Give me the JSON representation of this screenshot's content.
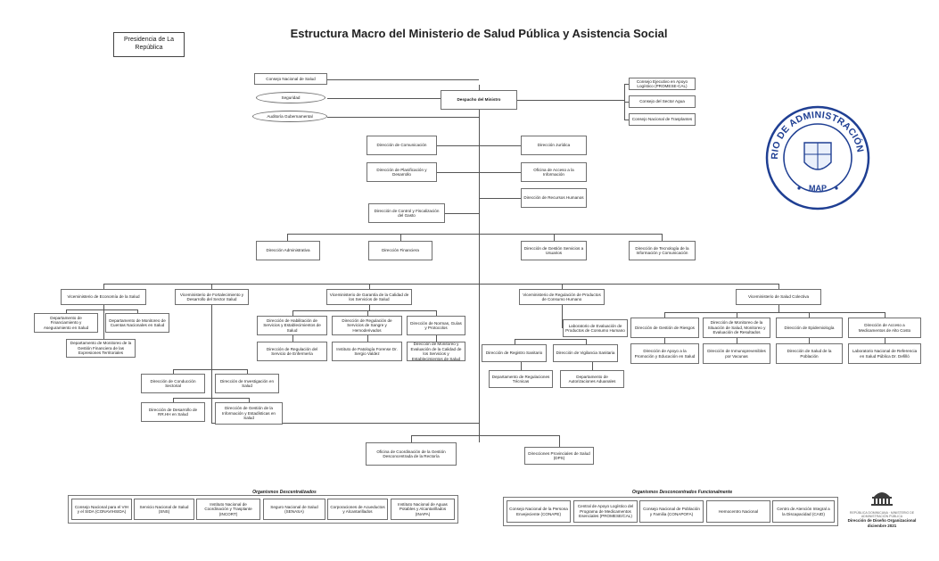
{
  "title": "Estructura Macro del Ministerio de Salud Pública y Asistencia Social",
  "presidencia": "Presidencia de La República",
  "boxes": [
    {
      "id": "consejo",
      "text": "Consejo Nacional de Salud"
    },
    {
      "id": "seguridad",
      "text": "Seguridad"
    },
    {
      "id": "auditoria",
      "text": "Auditoría Gubernamental"
    },
    {
      "id": "despacho",
      "text": "Despacho del Ministro"
    },
    {
      "id": "consejos_apoyo",
      "text": "Consejo Ejecutivo en Apoyo Logístico (PROMESE-CAL)"
    },
    {
      "id": "consejo_agua",
      "text": "Consejo del Sector Agua"
    },
    {
      "id": "consejo_trasplantes",
      "text": "Consejo Nacional de Trasplantes"
    },
    {
      "id": "comunicacion",
      "text": "Dirección de Comunicación"
    },
    {
      "id": "planificacion",
      "text": "Dirección de Planificación y Desarrollo"
    },
    {
      "id": "juridica",
      "text": "Dirección Jurídica"
    },
    {
      "id": "acceso_info",
      "text": "Oficina de Acceso a la Información"
    },
    {
      "id": "rrhh",
      "text": "Dirección de Recursos Humanos"
    },
    {
      "id": "control_gasto",
      "text": "Dirección de Control y Fiscalización del Gasto"
    },
    {
      "id": "administrativa",
      "text": "Dirección Administrativa"
    },
    {
      "id": "financiera",
      "text": "Dirección Financiera"
    },
    {
      "id": "gestion_usuarios",
      "text": "Dirección de Gestión Servicios a Usuarios"
    },
    {
      "id": "tecnologia",
      "text": "Dirección de Tecnología de la Información y Comunicación"
    },
    {
      "id": "vm_economia",
      "text": "Viceministerio de Economía de la Salud"
    },
    {
      "id": "dep_financiamiento",
      "text": "Departamento de Financiamiento y Aseguramiento en Salud"
    },
    {
      "id": "dep_monitoreo",
      "text": "Departamento de Monitoreo de Cuentas Nacionales en Salud"
    },
    {
      "id": "dep_monitoreo_gestion",
      "text": "Departamento de Monitoreo de la Gestión Financiera de las Expresiones Territoriales"
    },
    {
      "id": "vm_fortalecimiento",
      "text": "Viceministerio de Fortalecimiento y Desarrollo del Sector Salud"
    },
    {
      "id": "conduccion",
      "text": "Dirección de Conducción Sectorial"
    },
    {
      "id": "investigacion",
      "text": "Dirección de Investigación en Salud"
    },
    {
      "id": "desarrollo_rrhh",
      "text": "Dirección de Desarrollo de RR.HH en Salud"
    },
    {
      "id": "gestion_info",
      "text": "Dirección de Gestión de la Información y Estadísticas en Salud"
    },
    {
      "id": "vm_garantia",
      "text": "Viceministerio de Garantía de la Calidad de los Servicios de Salud"
    },
    {
      "id": "habilitacion",
      "text": "Dirección de Habilitación de Servicios y Establecimientos de Salud"
    },
    {
      "id": "reg_sangre",
      "text": "Dirección de Regulación de Servicios de Sangre y Hemoderivados"
    },
    {
      "id": "normas",
      "text": "Dirección de Normas, Guías y Protocolos"
    },
    {
      "id": "reg_enfermeria",
      "text": "Dirección de Regulación del Servicio de Enfermería"
    },
    {
      "id": "patologia",
      "text": "Instituto de Patología Forense Dr. Sergio Valdez"
    },
    {
      "id": "monitoreo_calidad",
      "text": "Dirección de Monitoreo y Evaluación de la Calidad de los Servicios y Establecimientos de Salud"
    },
    {
      "id": "vm_regulacion",
      "text": "Viceministerio de Regulación de Productos de Consumo Humano"
    },
    {
      "id": "laboratorio_eval",
      "text": "Laboratorio de Evaluación de Productos de Consumo Humano"
    },
    {
      "id": "registro_sanitario",
      "text": "Dirección de Registro Sanitario"
    },
    {
      "id": "vigilancia_sanitaria",
      "text": "Dirección de Vigilancia Sanitaria"
    },
    {
      "id": "dep_regulaciones",
      "text": "Departamento de Regulaciones Técnicas"
    },
    {
      "id": "dep_autorizaciones",
      "text": "Departamento de Autorizaciones Aduanales"
    },
    {
      "id": "vm_colectiva",
      "text": "Viceministerio de Salud Colectiva"
    },
    {
      "id": "gestion_riesgos",
      "text": "Dirección de Gestión de Riesgos"
    },
    {
      "id": "monitoreo_salud",
      "text": "Dirección de Monitoreo de la Situación de Salud, Monitoreo y Evaluación de Resultados"
    },
    {
      "id": "epidemiologia",
      "text": "Dirección de Epidemiología"
    },
    {
      "id": "acceso_medicamentos",
      "text": "Dirección de Acceso a Medicamentos de Alto Costo"
    },
    {
      "id": "promocion",
      "text": "Dirección de Apoyo a la Promoción y Educación en Salud"
    },
    {
      "id": "inmunoprevenibles",
      "text": "Dirección de Inmunoprevenibles por Vacunas"
    },
    {
      "id": "salud_poblacion",
      "text": "Dirección de Salud de la Población"
    },
    {
      "id": "laboratorio_ref",
      "text": "Laboratorio Nacional de Referencia en Salud Pública Dr. Defilló"
    },
    {
      "id": "oficina_coordinacion",
      "text": "Oficina de Coordinación de la Gestión Desconcentrada de la Rectoría"
    },
    {
      "id": "provinciales",
      "text": "Direcciones Provinciales de Salud (DPS)"
    },
    {
      "id": "conavihsida",
      "text": "Consejo Nacional para el VIH y el SIDA (CONAVIHSIDA)"
    },
    {
      "id": "sns",
      "text": "Servicio Nacional de Salud (SNS)"
    },
    {
      "id": "incort",
      "text": "Instituto Nacional de Coordinación y Trasplante (INCORT)"
    },
    {
      "id": "senasa",
      "text": "Seguro Nacional de Salud (SENASA)"
    },
    {
      "id": "corporaciones",
      "text": "Corporaciones de Acueductos y Alcantarillados"
    },
    {
      "id": "inapa",
      "text": "Instituto Nacional de Aguas Potables y Alcantarillados (INAPA)"
    },
    {
      "id": "conape",
      "text": "Consejo Nacional de la Persona Envejeciente (CONAPE)"
    },
    {
      "id": "promese",
      "text": "Central de Apoyo Logístico del Programa de Medicamentos Esenciales (PROMESE/CAL)"
    },
    {
      "id": "conapofa",
      "text": "Consejo Nacional de Población y Familia (CONAPOFA)"
    },
    {
      "id": "hemocentro",
      "text": "Hemocentro Nacional"
    },
    {
      "id": "caid",
      "text": "Centro de Atención Integral a la Discapacidad (CAID)"
    }
  ],
  "group_labels": {
    "descentralizados": "Organismos Descentralizados",
    "desconcentrados": "Organismos Desconcentrados Funcionalmente"
  },
  "stamp": {
    "text": "MINISTERIO DE ADMINISTRACIÓN PÚBLICA",
    "badge": "MAP"
  },
  "footer": {
    "logo_sub": "REPÚBLICA DOMINICANA · MINISTERIO DE ADMINISTRACIÓN PÚBLICA",
    "line1": "Dirección de Diseño Organizacional",
    "line2": "diciembre 2021"
  }
}
